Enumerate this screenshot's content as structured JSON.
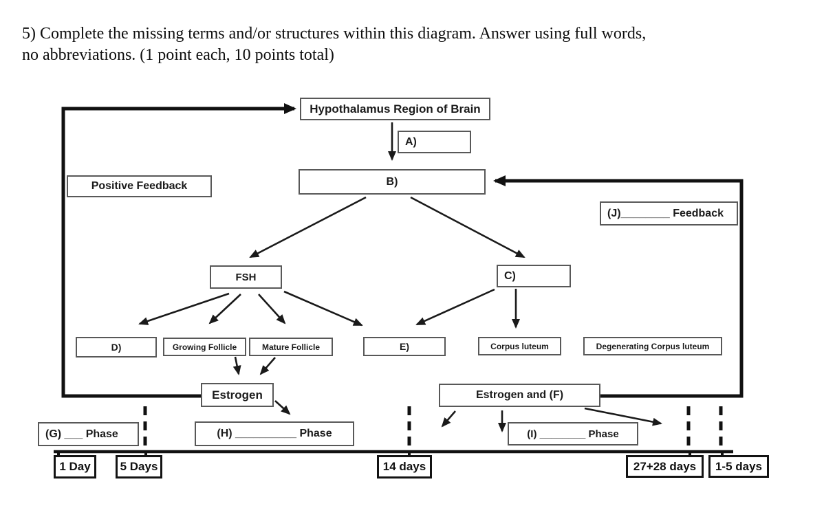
{
  "question": {
    "line1": "5) Complete the missing terms and/or structures within this diagram. Answer using full words,",
    "line2": "no abbreviations. (1 point each, 10 points total)"
  },
  "diagram": {
    "boxes": {
      "hypothalamus": "Hypothalamus Region of Brain",
      "blank_a": "A)",
      "blank_b": "B)",
      "positive_feedback": "Positive Feedback",
      "blank_j_feedback": "(J)________ Feedback",
      "fsh": "FSH",
      "blank_c": "C)",
      "blank_d": "D)",
      "growing_follicle": "Growing Follicle",
      "mature_follicle": "Mature Follicle",
      "blank_e": "E)",
      "corpus_luteum": "Corpus luteum",
      "degenerating_corpus_luteum": "Degenerating Corpus luteum",
      "estrogen": "Estrogen",
      "estrogen_and_f": "Estrogen and (F)",
      "blank_g_phase": "(G) ___ Phase",
      "blank_h_phase": "(H) __________ Phase",
      "blank_i_phase": "(I) ________ Phase"
    },
    "timeline": {
      "labels": [
        "1 Day",
        "5 Days",
        "14 days",
        "27+28 days",
        "1-5 days"
      ]
    },
    "colors": {
      "line": "#1a1a1a",
      "box_border": "#585858"
    }
  }
}
